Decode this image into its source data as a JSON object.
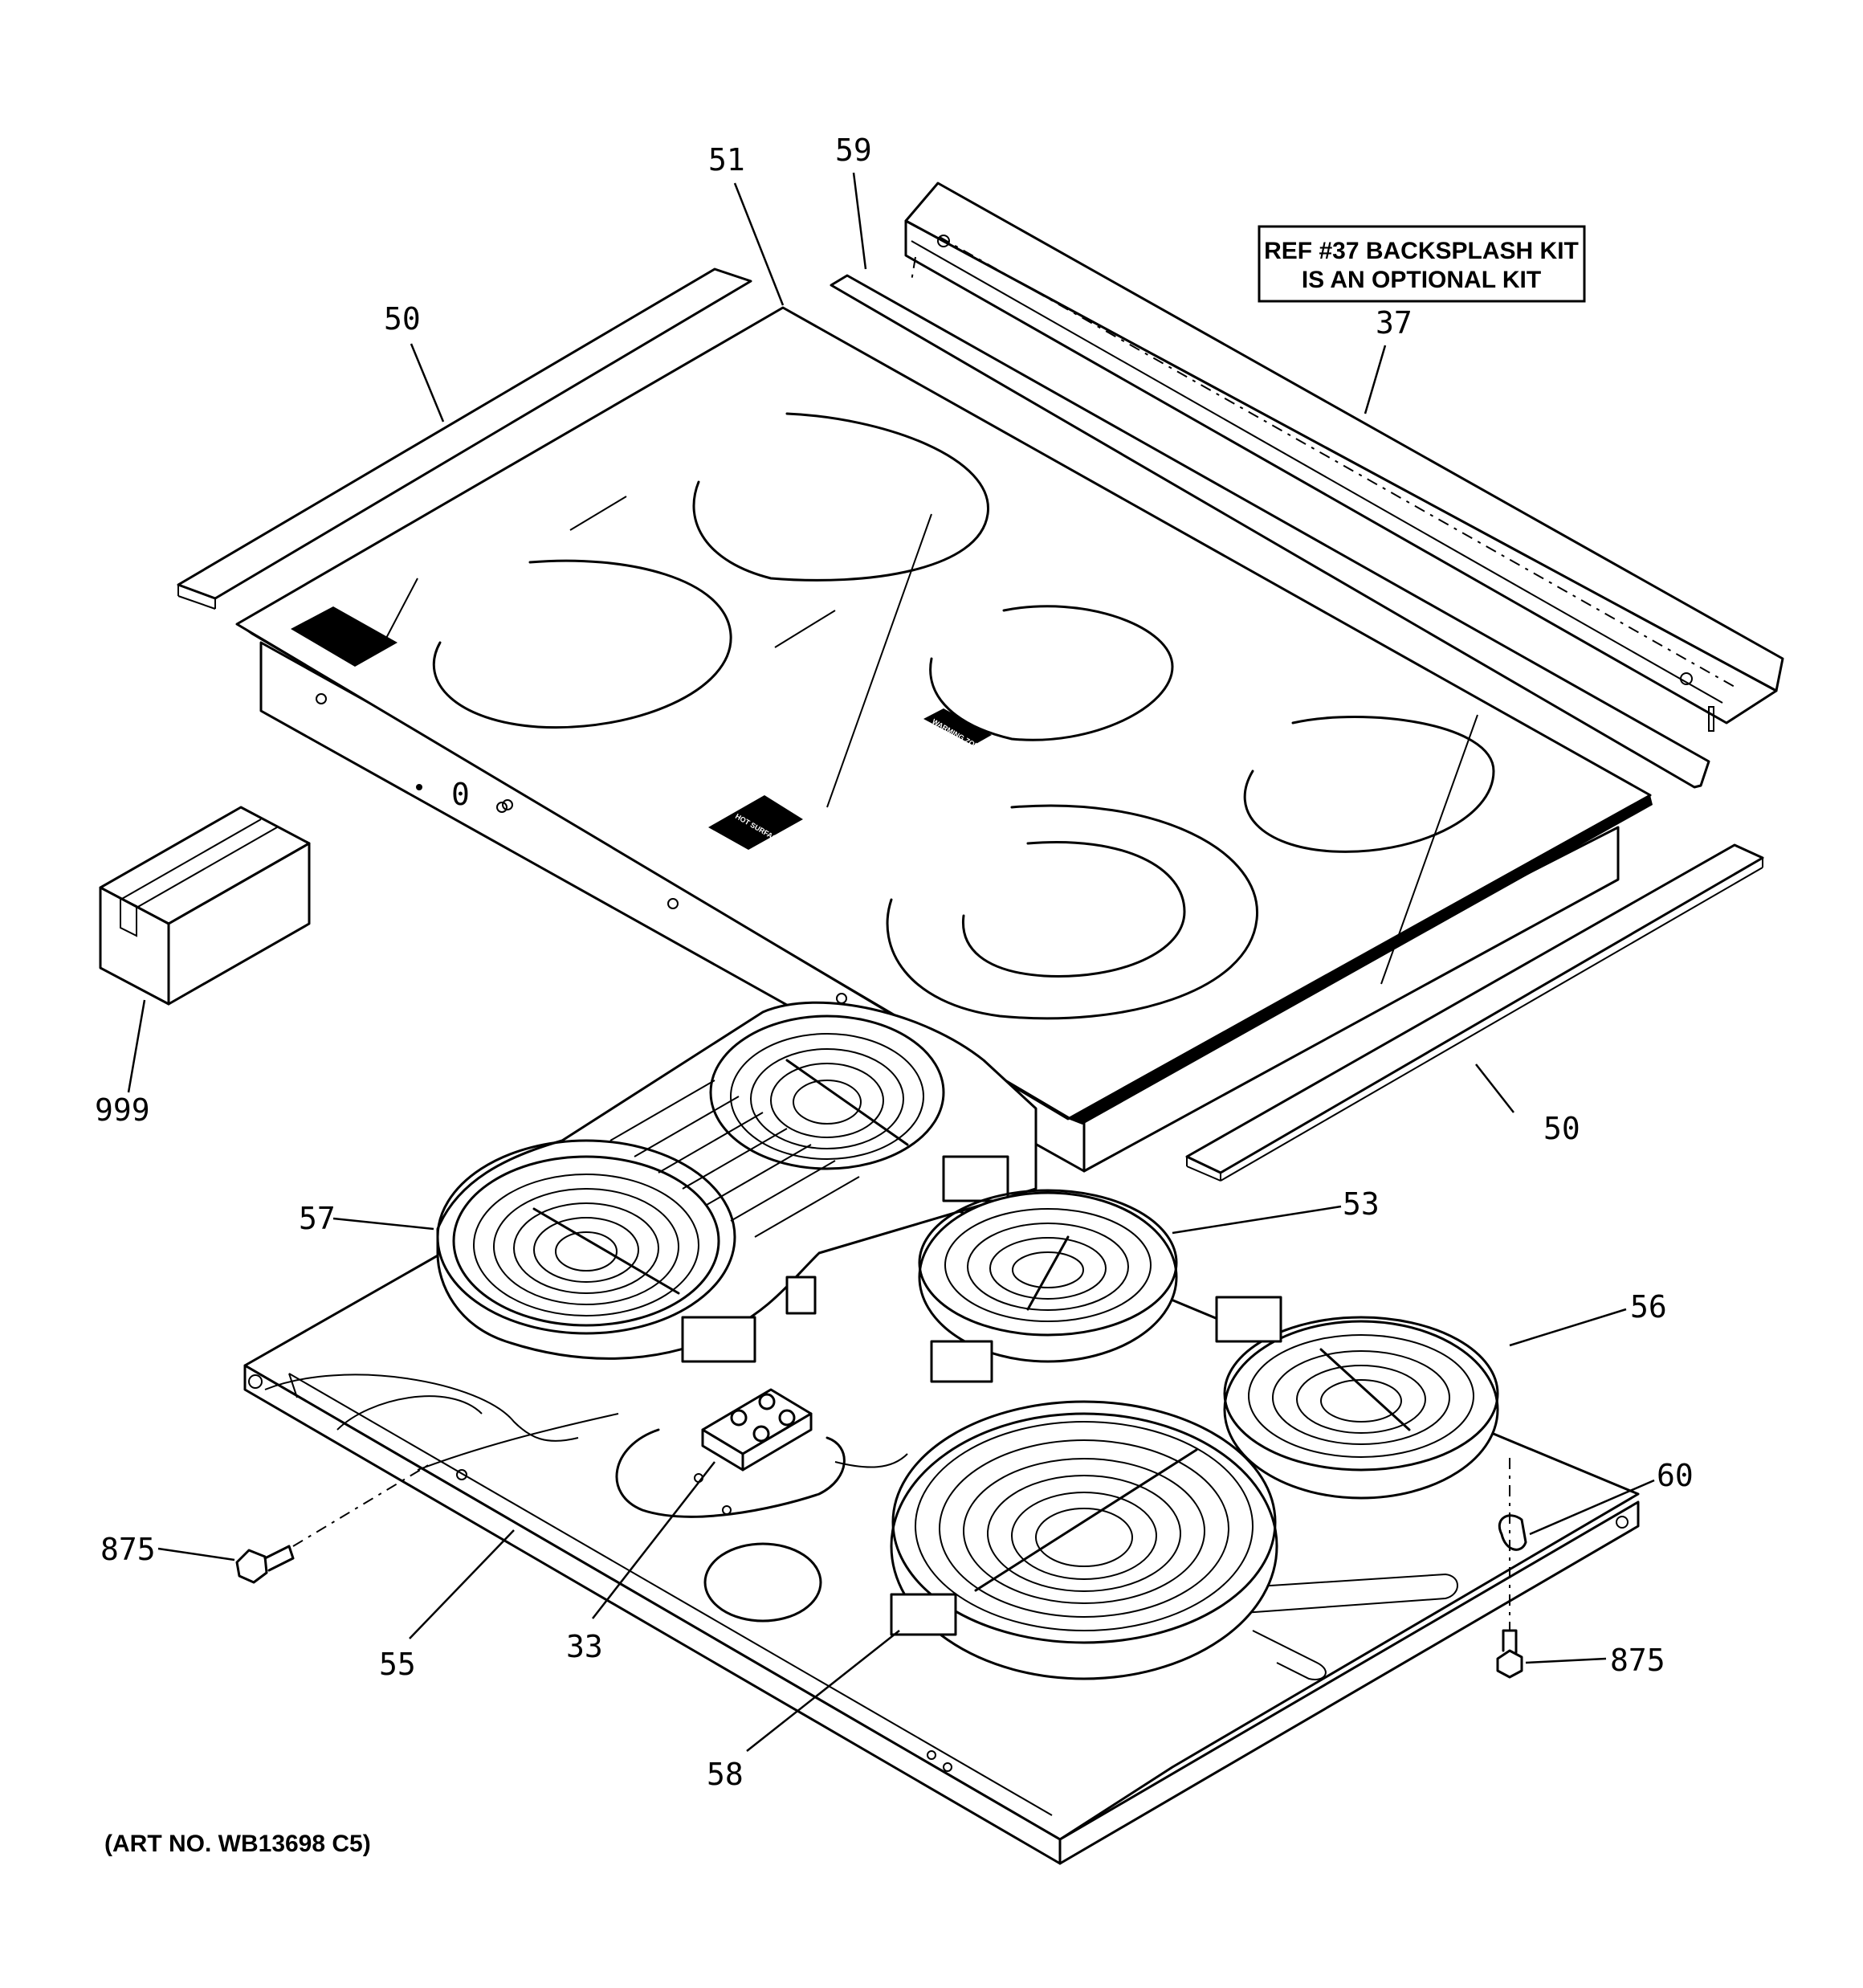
{
  "note": {
    "line1": "REF #37 BACKSPLASH KIT",
    "line2": "IS AN OPTIONAL KIT"
  },
  "art_number": "(ART NO. WB13698 C5)",
  "glass_marks": {
    "dial_mark": "0",
    "hot_surface_label": "HOT SURFACE",
    "warming_zone_label": "WARMING ZONE"
  },
  "callouts": {
    "c51": "51",
    "c59": "59",
    "c37": "37",
    "c50_top": "50",
    "c50_bottom": "50",
    "c999": "999",
    "c57": "57",
    "c53": "53",
    "c56": "56",
    "c60": "60",
    "c875_left": "875",
    "c875_right": "875",
    "c55": "55",
    "c33": "33",
    "c58": "58"
  }
}
